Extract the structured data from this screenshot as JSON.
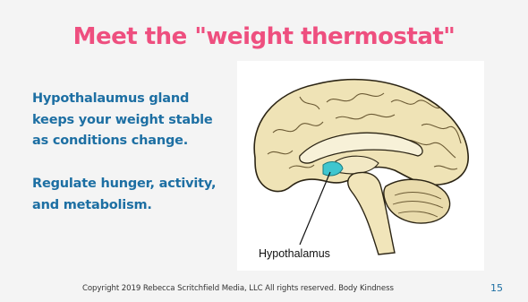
{
  "slide": {
    "title": "Meet the \"weight thermostat\"",
    "paragraph1": "Hypothalaumus gland keeps your weight stable as conditions change.",
    "paragraph2": "Regulate hunger, activity, and metabolism.",
    "figure": {
      "label": "Hypothalamus",
      "highlight_color": "#3fc6cf"
    },
    "footer": "Copyright 2019  Rebecca Scritchfield Media, LLC  All rights reserved. Body Kindness",
    "page_number": "15"
  },
  "colors": {
    "title": "#ee4f7f",
    "body": "#1d6fa3",
    "brain": "#efe3b6",
    "outline": "#2b2414"
  }
}
